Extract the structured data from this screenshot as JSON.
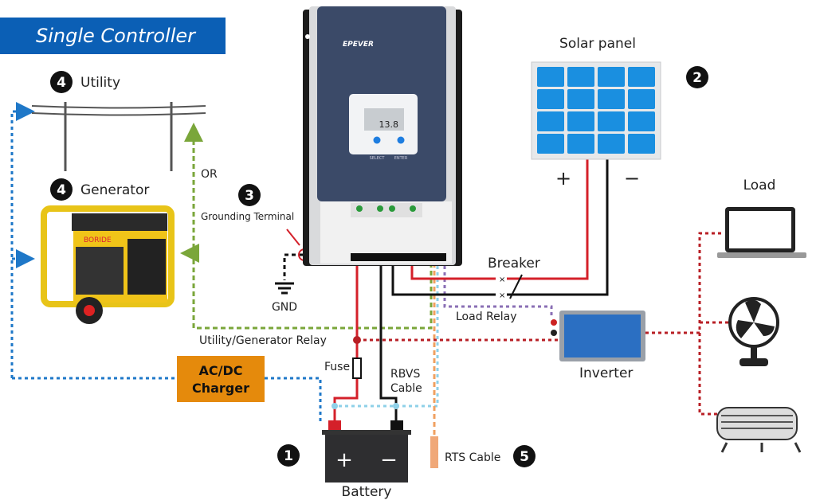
{
  "title": "Single Controller",
  "controller": {
    "brand": "EPEVER",
    "display_value": "13.8",
    "buttons": [
      "SELECT",
      "ENTER"
    ]
  },
  "labels": {
    "solar_panel": "Solar panel",
    "plus": "+",
    "minus": "−",
    "load": "Load",
    "breaker": "Breaker",
    "load_relay": "Load Relay",
    "inverter": "Inverter",
    "utility_generator_relay": "Utility/Generator Relay",
    "fuse": "Fuse",
    "rbvs_cable_1": "RBVS",
    "rbvs_cable_2": "Cable",
    "charger_1": "AC/DC",
    "charger_2": "Charger",
    "battery": "Battery",
    "battery_plus": "+",
    "battery_minus": "−",
    "rts_cable": "RTS Cable",
    "gnd": "GND",
    "grounding_terminal": "Grounding Terminal",
    "or": "OR",
    "utility": "Utility",
    "generator": "Generator",
    "generator_brand": "BORIDE"
  },
  "badges": {
    "battery": "1",
    "solar": "2",
    "ground": "3",
    "utility": "4",
    "generator": "4",
    "rts": "5"
  },
  "colors": {
    "banner": "#0b5fb5",
    "controller_panel": "#3b4a68",
    "solar_cell": "#1a8fe0",
    "charger": "#e58a0c",
    "positive_wire": "#d4202a",
    "negative_wire": "#111111",
    "relay_wire": "#7aa63a",
    "utility_wire": "#1f78c8",
    "rbvs_wire": "#8fd0e8",
    "load_relay_wire": "#8a6fb5",
    "rts_wire": "#f0a060",
    "load_wire": "#b81f25"
  }
}
